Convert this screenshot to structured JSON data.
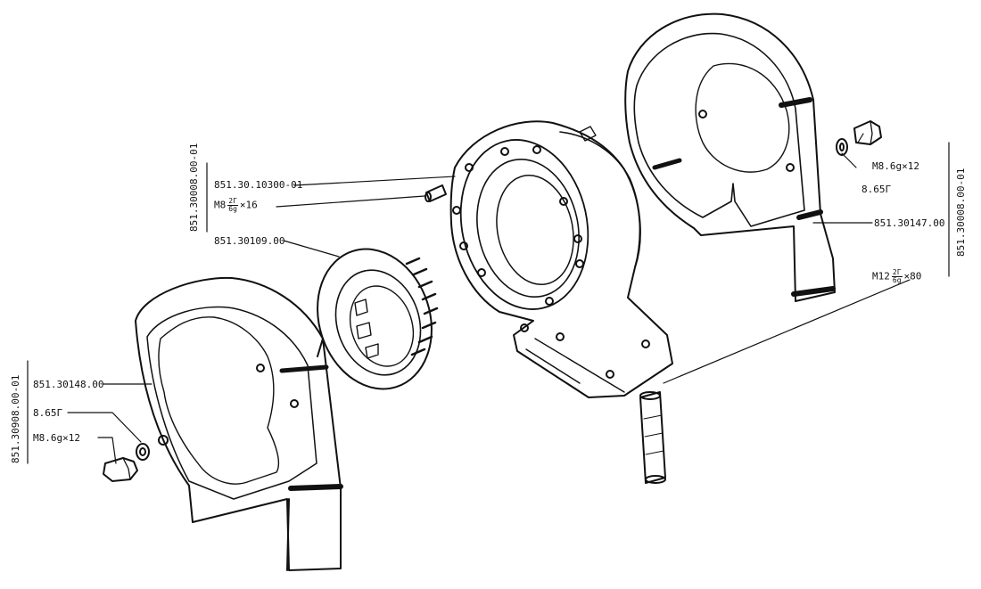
{
  "left_assembly": {
    "assembly_code": "851.30908.00-01",
    "callouts": {
      "cover": "851.30148.00",
      "washer": "8.65Г",
      "bolt": "M8.6g×12"
    }
  },
  "center_assembly": {
    "assembly_code": "851.30008.00-01",
    "callouts": {
      "housing": "851.30.10300-01",
      "stud_prefix": "M8",
      "stud_frac_num": "2Г",
      "stud_frac_den": "6g",
      "stud_suffix": "×16",
      "ring": "851.30109.00"
    }
  },
  "right_assembly": {
    "assembly_code": "851.30008.00-01",
    "callouts": {
      "bolt": "M8.6g×12",
      "washer": "8.65Г",
      "cover": "851.30147.00",
      "pin_prefix": "M12",
      "pin_frac_num": "2Г",
      "pin_frac_den": "6g",
      "pin_suffix": "×80"
    }
  }
}
